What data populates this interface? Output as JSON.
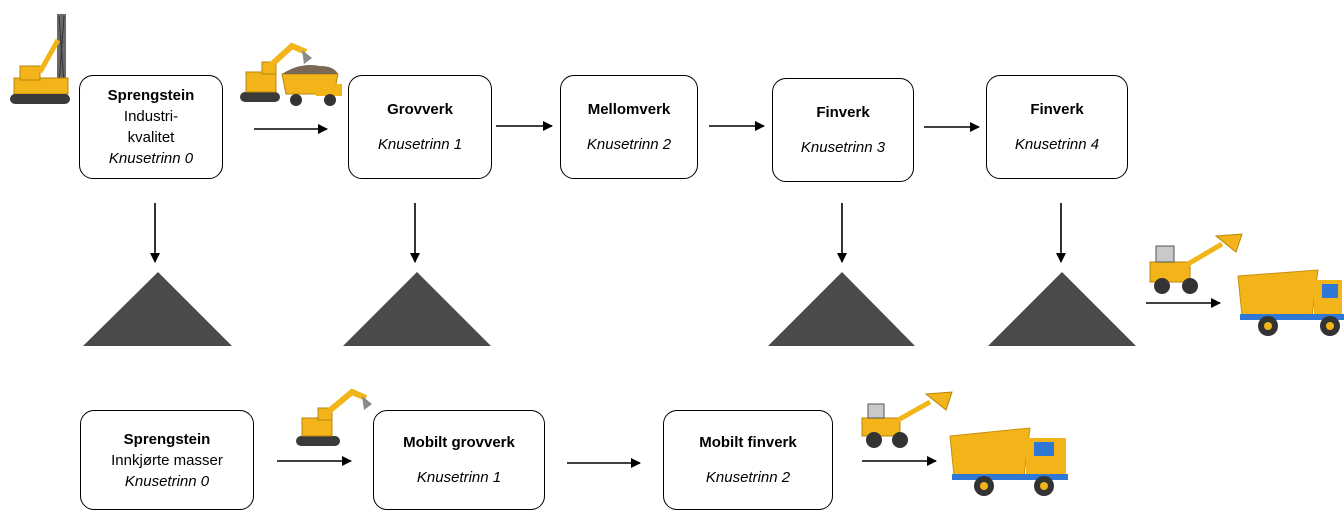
{
  "top_row": [
    {
      "title": "Sprengstein",
      "subtitle_lines": [
        "Industri-",
        "kvalitet"
      ],
      "stage": "Knusetrinn 0"
    },
    {
      "title": "Grovverk",
      "subtitle_lines": [],
      "stage": "Knusetrinn 1"
    },
    {
      "title": "Mellomverk",
      "subtitle_lines": [],
      "stage": "Knusetrinn 2"
    },
    {
      "title": "Finverk",
      "subtitle_lines": [],
      "stage": "Knusetrinn 3"
    },
    {
      "title": "Finverk",
      "subtitle_lines": [],
      "stage": "Knusetrinn 4"
    }
  ],
  "bottom_row": [
    {
      "title": "Sprengstein",
      "subtitle_lines": [
        "Innkjørte masser"
      ],
      "stage": "Knusetrinn 0"
    },
    {
      "title": "Mobilt grovverk",
      "subtitle_lines": [],
      "stage": "Knusetrinn 1"
    },
    {
      "title": "Mobilt finverk",
      "subtitle_lines": [],
      "stage": "Knusetrinn 2"
    }
  ],
  "colors": {
    "pile": "#4a4a4a",
    "vehicle_yellow": "#f2b418",
    "truck_cab": "#2f78d6",
    "arrow": "#000000"
  },
  "icons": [
    "drill-rig-icon",
    "excavator-icon",
    "dump-truck-icon",
    "wheel-loader-icon"
  ]
}
